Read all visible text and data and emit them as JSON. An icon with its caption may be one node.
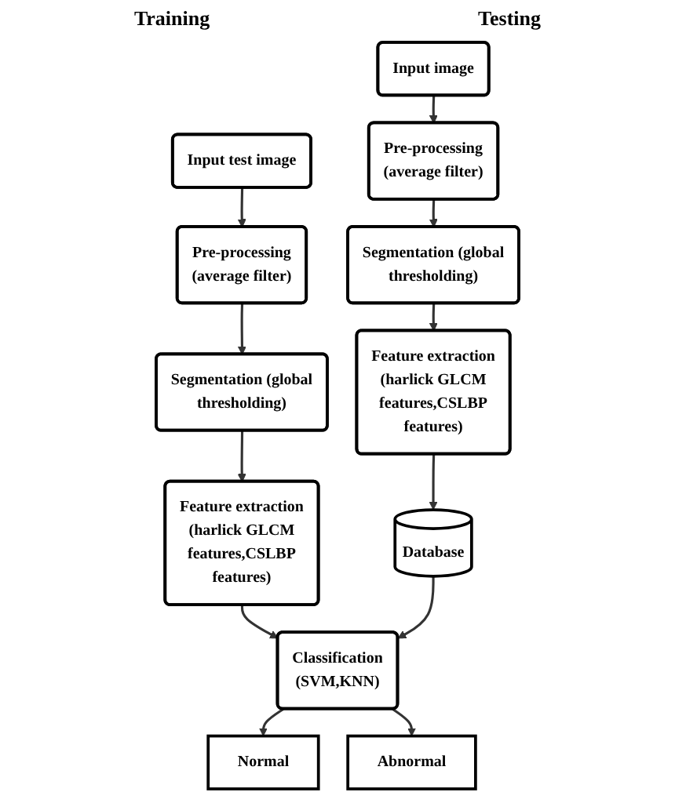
{
  "diagram": {
    "nodes": [
      {
        "text": [
          "Input image"
        ]
      },
      {
        "text": [
          "Pre-processing (average filter)"
        ]
      },
      {
        "text": [
          "Segmentation (global thresholding)"
        ]
      },
      {
        "text": [
          "Feature extraction (harlick GLCM features,CSLBP features)"
        ]
      },
      {
        "text": [
          "Database"
        ]
      },
      {
        "text": [
          "Input test image"
        ]
      },
      {
        "text": [
          "Pre-processing (average filter)"
        ]
      },
      {
        "text": [
          "Segmentation (global thresholding)"
        ]
      },
      {
        "text": [
          "Feature extraction (harlick GLCM features,CSLBP features)"
        ]
      },
      {
        "text": [
          "Classification (SVM,KNN)"
        ]
      },
      {
        "text": [
          "Normal"
        ]
      },
      {
        "text": [
          "Abnormal"
        ]
      }
    ],
    "edges": [
      {
        "from": 0,
        "to": 1,
        "arrow": "to"
      },
      {
        "from": 1,
        "to": 2,
        "arrow": "to"
      },
      {
        "from": 2,
        "to": 3,
        "arrow": "to"
      },
      {
        "from": 3,
        "to": 4,
        "arrow": "to"
      },
      {
        "from": 5,
        "to": 6,
        "arrow": "to"
      },
      {
        "from": 6,
        "to": 7,
        "arrow": "to"
      },
      {
        "from": 7,
        "to": 8,
        "arrow": "to"
      },
      {
        "from": 8,
        "to": 9,
        "arrow": "to"
      },
      {
        "from": 4,
        "to": 9,
        "arrow": "to"
      },
      {
        "from": 9,
        "to": 10,
        "arrow": "to"
      },
      {
        "from": 9,
        "to": 11,
        "arrow": "to"
      }
    ],
    "labels": [
      "Training",
      "Testing"
    ]
  }
}
